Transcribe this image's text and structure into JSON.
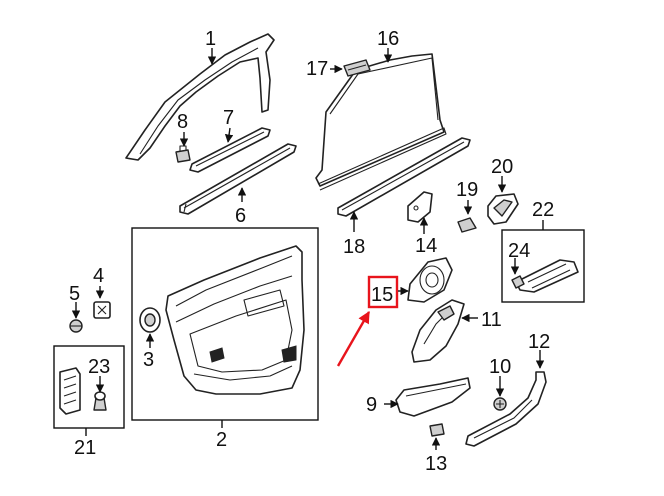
{
  "colors": {
    "highlight": "#e8141c",
    "line": "#222222",
    "background": "#ffffff"
  },
  "callouts": {
    "c1": "1",
    "c2": "2",
    "c3": "3",
    "c4": "4",
    "c5": "5",
    "c6": "6",
    "c7": "7",
    "c8": "8",
    "c9": "9",
    "c10": "10",
    "c11": "11",
    "c12": "12",
    "c13": "13",
    "c14": "14",
    "c15": "15",
    "c16": "16",
    "c17": "17",
    "c18": "18",
    "c19": "19",
    "c20": "20",
    "c21": "21",
    "c22": "22",
    "c23": "23",
    "c24": "24"
  },
  "highlighted_callout": "15"
}
